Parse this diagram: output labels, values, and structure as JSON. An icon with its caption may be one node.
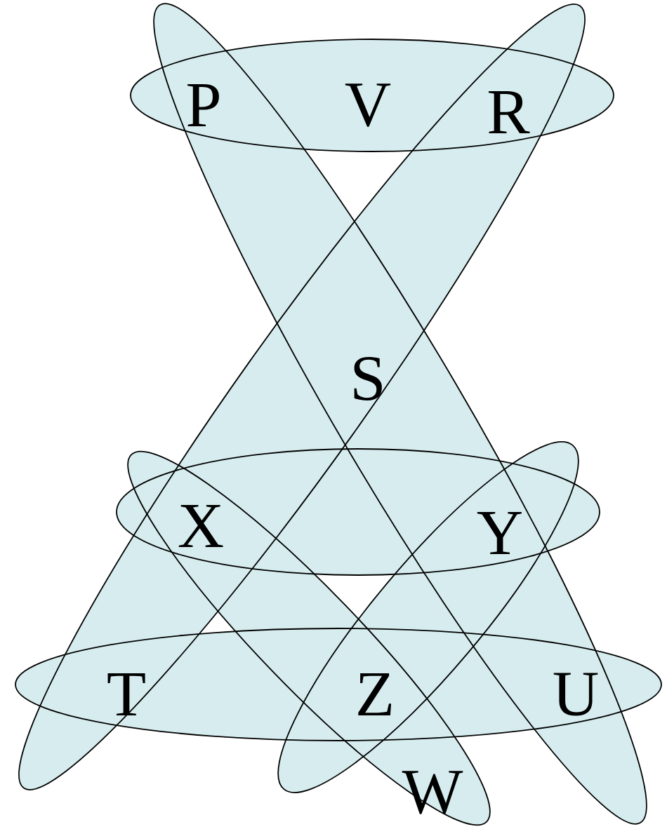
{
  "diagram": {
    "labels": [
      "P",
      "V",
      "R",
      "S",
      "X",
      "Y",
      "T",
      "Z",
      "U",
      "W"
    ]
  }
}
